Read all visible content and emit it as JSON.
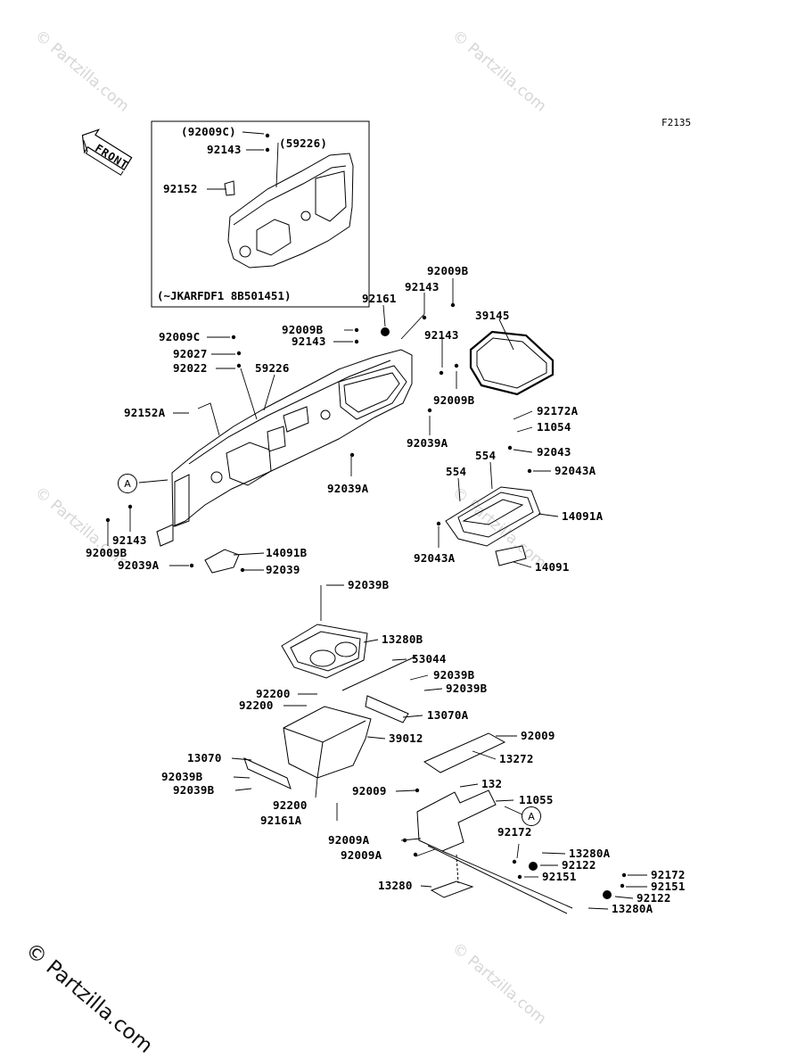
{
  "figure_id": "F2135",
  "inset_note": "(~JKARFDF1 8B501451)",
  "front_label": "FRONT",
  "callout_ref": "A",
  "copyright": "© Partzilla.com",
  "watermark": "© Partzilla.com",
  "part_labels": {
    "l01": "(92009C)",
    "l02": "92143",
    "l03": "(59226)",
    "l04": "92152",
    "l05": "92009B",
    "l06": "92143",
    "l07": "92161",
    "l08": "39145",
    "l09": "92009C",
    "l10": "92009B",
    "l11": "92143",
    "l12": "92027",
    "l13": "92022",
    "l14": "59226",
    "l15": "92143",
    "l16": "92009B",
    "l17": "92152A",
    "l18": "92039A",
    "l19": "92172A",
    "l20": "11054",
    "l21": "92043",
    "l22": "554",
    "l23": "554",
    "l24": "92043A",
    "l25": "92039A",
    "l26": "14091A",
    "l27": "92143",
    "l28": "92009B",
    "l29": "92039A",
    "l30": "14091B",
    "l31": "92039",
    "l32": "92043A",
    "l33": "14091",
    "l34": "92039B",
    "l35": "13280B",
    "l36": "53044",
    "l37": "92039B",
    "l38": "92039B",
    "l39": "92200",
    "l40": "92200",
    "l41": "13070A",
    "l42": "39012",
    "l43": "92009",
    "l44": "13070",
    "l45": "13272",
    "l46": "92039B",
    "l47": "92039B",
    "l48": "132",
    "l49": "92200",
    "l50": "92009",
    "l51": "11055",
    "l52": "92161A",
    "l53": "92172",
    "l54": "92009A",
    "l55": "13280A",
    "l56": "92009A",
    "l57": "92122",
    "l58": "92151",
    "l59": "13280",
    "l60": "92172",
    "l61": "92151",
    "l62": "92122",
    "l63": "13280A"
  }
}
